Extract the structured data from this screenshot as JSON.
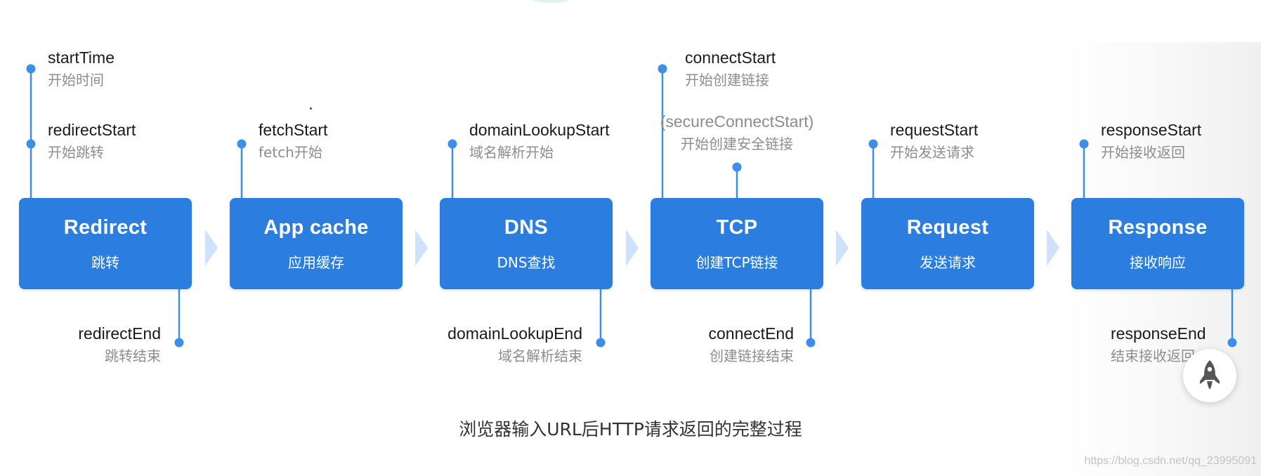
{
  "stages": [
    {
      "title": "Redirect",
      "subtitle": "跳转"
    },
    {
      "title": "App cache",
      "subtitle": "应用缓存"
    },
    {
      "title": "DNS",
      "subtitle": "DNS查找"
    },
    {
      "title": "TCP",
      "subtitle": "创建TCP链接"
    },
    {
      "title": "Request",
      "subtitle": "发送请求"
    },
    {
      "title": "Response",
      "subtitle": "接收响应"
    }
  ],
  "events": {
    "start_time": {
      "en": "startTime",
      "cn": "开始时间"
    },
    "redirect_start": {
      "en": "redirectStart",
      "cn": "开始跳转"
    },
    "redirect_end": {
      "en": "redirectEnd",
      "cn": "跳转结束"
    },
    "fetch_start": {
      "en": "fetchStart",
      "cn": "fetch开始"
    },
    "domain_lookup_start": {
      "en": "domainLookupStart",
      "cn": "域名解析开始"
    },
    "domain_lookup_end": {
      "en": "domainLookupEnd",
      "cn": "域名解析结束"
    },
    "connect_start": {
      "en": "connectStart",
      "cn": "开始创建链接"
    },
    "secure_connect_start": {
      "en": "(secureConnectStart)",
      "cn": "开始创建安全链接"
    },
    "connect_end": {
      "en": "connectEnd",
      "cn": "创建链接结束"
    },
    "request_start": {
      "en": "requestStart",
      "cn": "开始发送请求"
    },
    "response_start": {
      "en": "responseStart",
      "cn": "开始接收返回"
    },
    "response_end": {
      "en": "responseEnd",
      "cn": "结束接收返回"
    }
  },
  "caption": "浏览器输入URL后HTTP请求返回的完整过程",
  "watermark": "https://blog.csdn.net/qq_23995091",
  "colors": {
    "stage_fill": "#2b7ee0",
    "connector": "#3d8ee8",
    "chevron": "#cfe2fb",
    "label_en": "#1a1a1a",
    "label_cn": "#8d8d8d"
  },
  "icons": {
    "back_to_top": "rocket-icon"
  }
}
